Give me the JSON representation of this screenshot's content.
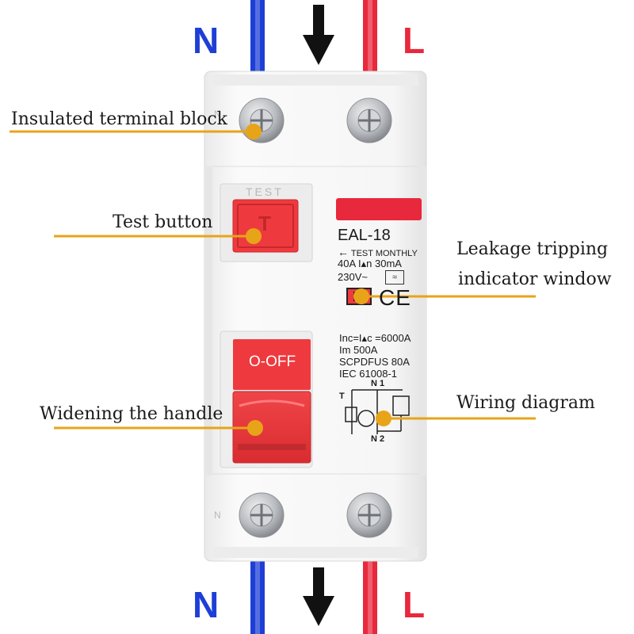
{
  "colors": {
    "neutral": "#1e3fd6",
    "live": "#e8283c",
    "accent": "#e8a418",
    "device_red": "#ee3a3e",
    "body": "#f4f4f4"
  },
  "wires": {
    "neutral_letter": "N",
    "live_letter": "L"
  },
  "device": {
    "test_label": "TEST",
    "test_button_glyph": "T",
    "model": "EAL-18",
    "test_monthly": "TEST MONTHLY",
    "rating": "40A  I▴n 30mA",
    "voltage": "230V~",
    "ce_mark": "CE",
    "spec_lines": [
      "Inc=I▴c =6000A",
      "Im 500A",
      "SCPDFUS 80A",
      "IEC 61008-1"
    ],
    "handle_label": "O-OFF",
    "diagram_top": "N  1",
    "diagram_bottom": "N  2",
    "diagram_t": "T",
    "terminal_mark": "N"
  },
  "callouts": [
    {
      "id": "terminal",
      "lines": [
        "Insulated terminal block"
      ]
    },
    {
      "id": "test",
      "lines": [
        "Test button"
      ]
    },
    {
      "id": "leakage",
      "lines": [
        "Leakage tripping",
        "indicator window"
      ]
    },
    {
      "id": "handle",
      "lines": [
        "Widening the handle"
      ]
    },
    {
      "id": "wiring",
      "lines": [
        "Wiring diagram"
      ]
    }
  ]
}
